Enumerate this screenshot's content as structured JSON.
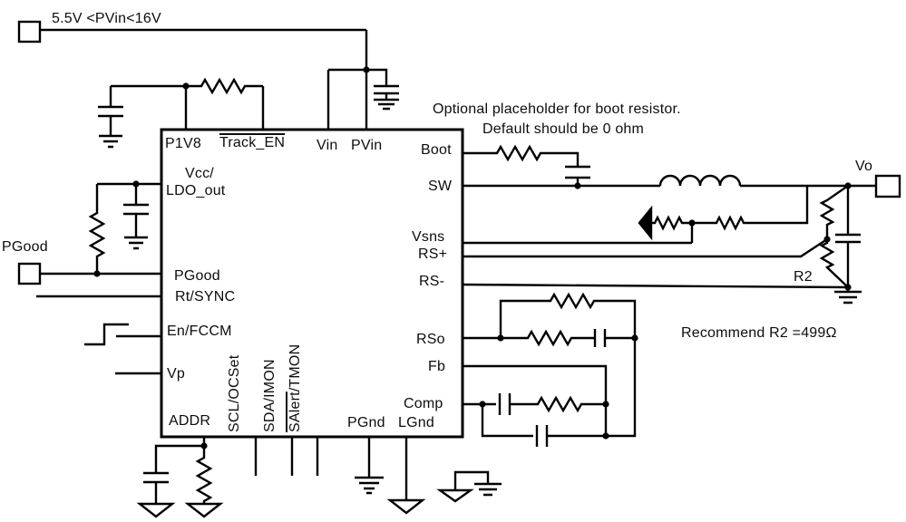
{
  "page": {
    "background": "#ffffff",
    "line_color": "#000000"
  },
  "labels": {
    "input_range": "5.5V <PVin<16V",
    "boot_note_line1": "Optional placeholder for boot resistor.",
    "boot_note_line2": "Default should be 0 ohm",
    "r2_note": "Recommend R2 =499Ω",
    "r2": "R2",
    "pgood_terminal": "PGood",
    "vo_terminal": "Vo"
  },
  "ic": {
    "pins": {
      "p1v8": "P1V8",
      "track_en": "Track_EN",
      "vin": "Vin",
      "pvin": "PVin",
      "boot": "Boot",
      "sw": "SW",
      "vsns": "Vsns",
      "rs_plus": "RS+",
      "rs_minus": "RS-",
      "rso": "RSo",
      "fb": "Fb",
      "comp": "Comp",
      "vcc_line1": "Vcc/",
      "vcc_line2": "LDO_out",
      "pgood": "PGood",
      "rt_sync": "Rt/SYNC",
      "en_fccm": "En/FCCM",
      "vp": "Vp",
      "addr": "ADDR",
      "scl_ocset": "SCL/OCSet",
      "sda_imon": "SDA/IMON",
      "salert": "SAlert",
      "salert_suffix": "/TMON",
      "pgnd": "PGnd",
      "lgnd": "LGnd"
    }
  }
}
